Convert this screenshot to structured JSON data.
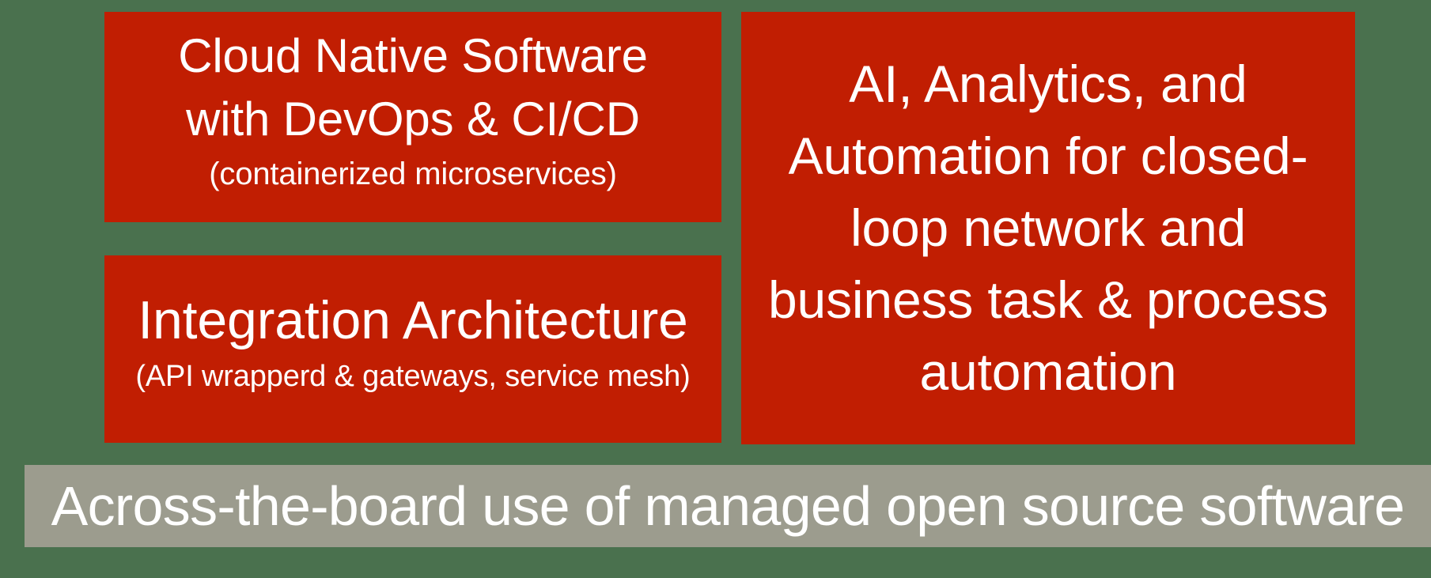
{
  "colors": {
    "background": "#4A714E",
    "box_red": "#C11E02",
    "bar_gray": "#9C9C8E",
    "text_white": "#FFFFFF"
  },
  "boxes": {
    "cloud_native": {
      "lines": [
        "Cloud Native Software",
        "with DevOps & CI/CD"
      ],
      "subtitle": "(containerized microservices)"
    },
    "integration": {
      "title": "Integration Architecture",
      "subtitle": "(API wrapperd & gateways, service mesh)"
    },
    "ai_analytics": {
      "lines": [
        "AI, Analytics, and",
        "Automation for closed-",
        "loop network and",
        "business task & process",
        "automation"
      ]
    }
  },
  "bottom_bar": {
    "label": "Across-the-board use of managed open source software"
  }
}
